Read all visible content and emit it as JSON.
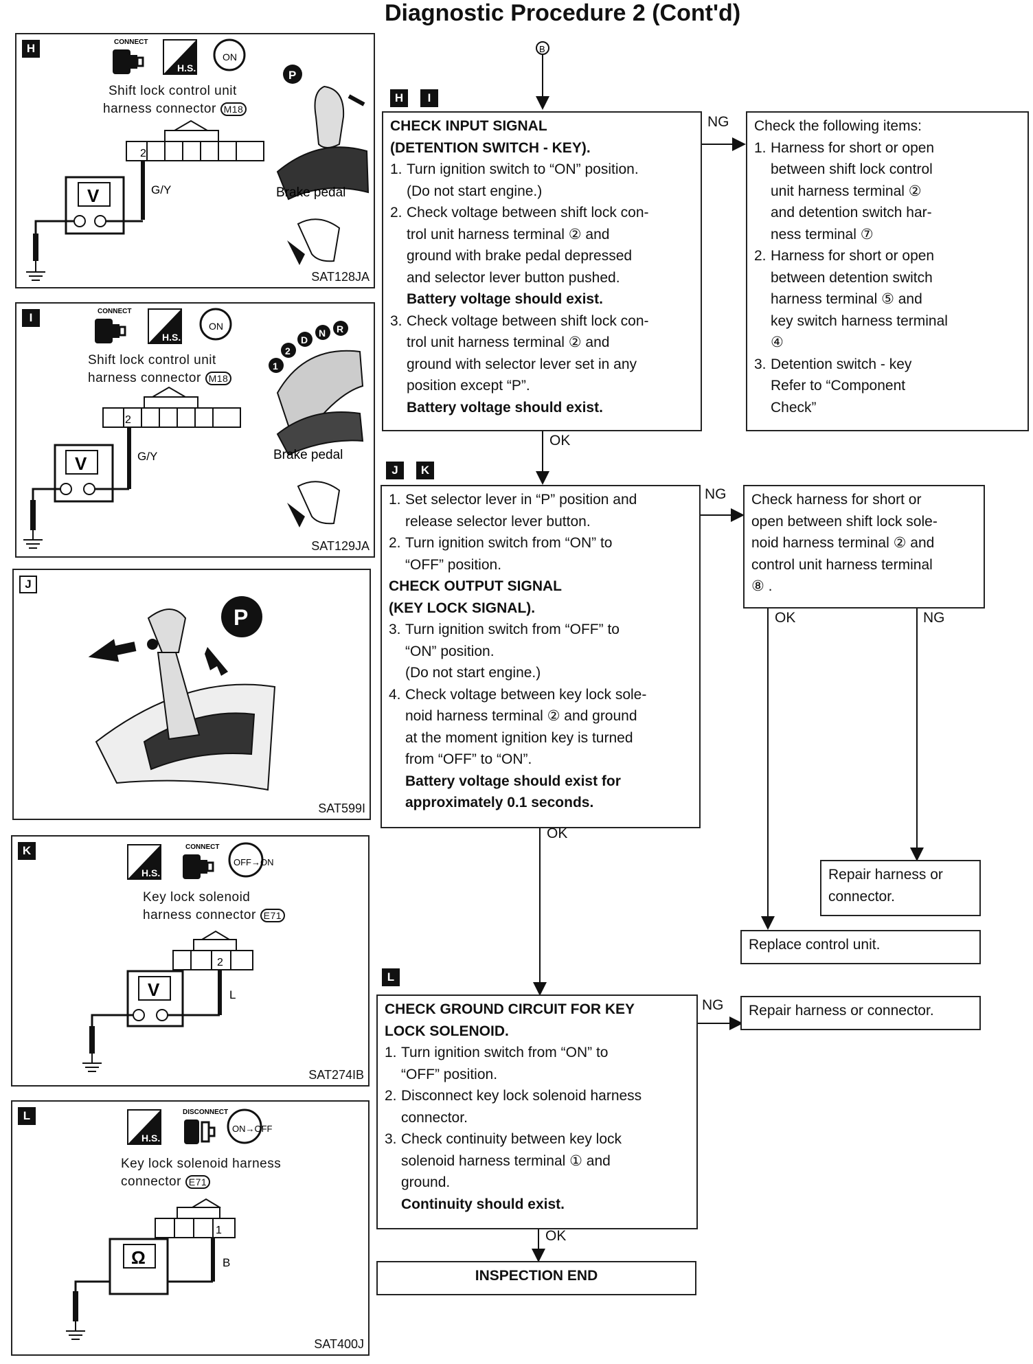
{
  "title": "Diagnostic Procedure 2 (Cont'd)",
  "entry_marker": "B",
  "panels": {
    "H": {
      "letter": "H",
      "icons": [
        "connect-icon",
        "hs-icon",
        "key-on-icon"
      ],
      "icon_label": "CONNECT",
      "hs": "H.S.",
      "key": "ON",
      "connector_line1": "Shift lock control unit",
      "connector_line2": "harness connector",
      "connector_id": "M18",
      "terminal": "2",
      "wire": "G/Y",
      "meter": "V",
      "lever_pos": "P",
      "brake_label": "Brake pedal",
      "code": "SAT128JA"
    },
    "I": {
      "letter": "I",
      "icon_label": "CONNECT",
      "hs": "H.S.",
      "key": "ON",
      "connector_line1": "Shift lock control unit",
      "connector_line2": "harness connector",
      "connector_id": "M18",
      "terminal": "2",
      "wire": "G/Y",
      "meter": "V",
      "positions": [
        "1",
        "2",
        "D",
        "N",
        "R"
      ],
      "brake_label": "Brake pedal",
      "code": "SAT129JA"
    },
    "J": {
      "letter": "J",
      "lever_pos": "P",
      "code": "SAT599I"
    },
    "K": {
      "letter": "K",
      "icon_label": "CONNECT",
      "hs": "H.S.",
      "key": "OFF→ON",
      "connector_line1": "Key lock solenoid",
      "connector_line2": "harness connector",
      "connector_id": "E71",
      "terminal": "2",
      "wire": "L",
      "meter": "V",
      "code": "SAT274IB"
    },
    "L": {
      "letter": "L",
      "icon_label": "DISCONNECT",
      "hs": "H.S.",
      "key": "ON→OFF",
      "connector_line1": "Key lock solenoid harness",
      "connector_line2": "connector",
      "connector_id": "E71",
      "terminal": "1",
      "wire": "B",
      "meter": "Ω",
      "code": "SAT400J"
    }
  },
  "flow": {
    "step1": {
      "tags": [
        "H",
        "I"
      ],
      "heading1": "CHECK INPUT SIGNAL",
      "heading2": "(DETENTION SWITCH - KEY).",
      "s1": "Turn ignition switch to “ON” position.",
      "s1b": "(Do not start engine.)",
      "s2a": "Check voltage between shift lock con-",
      "s2b": "trol unit harness terminal ② and",
      "s2c": "ground with brake pedal depressed",
      "s2d": "and selector lever button pushed.",
      "s2e": "Battery voltage should exist.",
      "s3a": "Check voltage between shift lock con-",
      "s3b": "trol unit harness terminal ② and",
      "s3c": "ground with selector lever set in any",
      "s3d": "position except “P”.",
      "s3e": "Battery voltage should exist.",
      "ng": "NG",
      "ok": "OK"
    },
    "ng1": {
      "head": "Check the following items:",
      "i1a": "Harness for short or open",
      "i1b": "between shift lock control",
      "i1c": "unit harness terminal ②",
      "i1d": "and detention switch har-",
      "i1e": "ness terminal ⑦",
      "i2a": "Harness for short or open",
      "i2b": "between detention switch",
      "i2c": "harness terminal ⑤ and",
      "i2d": "key switch harness terminal",
      "i2e": "④",
      "i3a": "Detention switch - key",
      "i3b": "Refer to “Component",
      "i3c": "Check”"
    },
    "step2": {
      "tags": [
        "J",
        "K"
      ],
      "s1a": "Set selector lever in “P” position and",
      "s1b": "release selector lever button.",
      "s2a": "Turn ignition switch from “ON” to",
      "s2b": "“OFF” position.",
      "heading1": "CHECK OUTPUT SIGNAL",
      "heading2": "(KEY LOCK SIGNAL).",
      "s3a": "Turn ignition switch from “OFF” to",
      "s3b": "“ON” position.",
      "s3c": "(Do not start engine.)",
      "s4a": "Check voltage between key lock sole-",
      "s4b": "noid harness terminal ② and ground",
      "s4c": "at the moment ignition key is turned",
      "s4d": "from “OFF” to “ON”.",
      "s4e": "Battery voltage should exist for",
      "s4f": "approximately 0.1 seconds.",
      "ng": "NG",
      "ok": "OK"
    },
    "ng2": {
      "a": "Check harness for short or",
      "b": "open between shift lock sole-",
      "c": "noid harness terminal ② and",
      "d": "control unit harness terminal",
      "e": "⑧ .",
      "ok": "OK",
      "ng": "NG"
    },
    "repair1": {
      "a": "Repair harness or",
      "b": "connector."
    },
    "replace": "Replace control unit.",
    "step3": {
      "tag": "L",
      "heading1": "CHECK GROUND CIRCUIT FOR KEY",
      "heading2": "LOCK SOLENOID.",
      "s1a": "Turn ignition switch from “ON” to",
      "s1b": "“OFF” position.",
      "s2a": "Disconnect key lock solenoid harness",
      "s2b": "connector.",
      "s3a": "Check continuity between key lock",
      "s3b": "solenoid harness terminal ① and",
      "s3c": "ground.",
      "s3d": "Continuity should exist.",
      "ng": "NG",
      "ok": "OK"
    },
    "repair2": "Repair harness or connector.",
    "end": "INSPECTION END"
  }
}
